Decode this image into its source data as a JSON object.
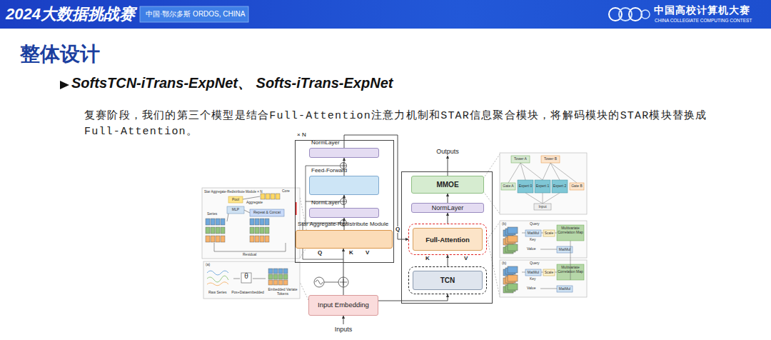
{
  "diagram": {
    "title": "整体设计",
    "nodes": [
      {
        "text": [
          "× N"
        ]
      },
      {
        "text": [
          "NormLayer"
        ],
        "in": 0
      },
      {
        "text": [
          "Feed-Forward"
        ],
        "in": 0
      },
      {
        "text": [
          "NormLayer"
        ],
        "in": 0
      },
      {
        "text": [
          "Star Aggregate-Redistribute Module"
        ],
        "in": 0
      },
      {
        "text": [
          "Input Embedding"
        ]
      },
      {
        "text": [
          "Inputs"
        ]
      },
      {
        "text": []
      },
      {
        "text": [
          "MMOE"
        ],
        "in": 7
      },
      {
        "text": [
          "NormLayer"
        ],
        "in": 7
      },
      {
        "text": [
          "Full-Attention"
        ],
        "in": 7
      },
      {
        "text": [
          "TCN"
        ],
        "in": 7
      },
      {
        "text": [
          "Outputs"
        ]
      }
    ],
    "edges": [
      {
        "from": 6,
        "to": 5,
        "arrow": "to"
      },
      {
        "from": 5,
        "to": 4,
        "arrow": "to"
      },
      {
        "from": 4,
        "to": 3,
        "arrow": "to"
      },
      {
        "from": 3,
        "to": 2,
        "arrow": "to"
      },
      {
        "from": 2,
        "to": 1,
        "arrow": "to"
      },
      {
        "from": 1,
        "to": 10,
        "label": "Q",
        "arrow": "to"
      },
      {
        "from": 5,
        "to": 11,
        "arrow": "to"
      },
      {
        "from": 11,
        "to": 10,
        "arrow": "to"
      },
      {
        "from": 10,
        "to": 9,
        "arrow": "to"
      },
      {
        "from": 9,
        "to": 8,
        "arrow": "to"
      },
      {
        "from": 8,
        "to": 12,
        "arrow": "to"
      }
    ],
    "labels": [
      "2024大数据挑战赛",
      "中国·鄂尔多斯 ORDOS, CHINA",
      "中国高校计算机大赛",
      "CHINA COLLEGIATE COMPUTING CONTEST",
      "整体设计",
      "SoftsTCN-iTrans-ExpNet、 Softs-iTrans-ExpNet",
      "复赛阶段，我们的第三个模型是结合Full-Attention注意力机制和STAR信息聚合模块，将解码模块的STAR模块替换成Full-Attention。",
      "Q",
      "K",
      "V",
      "K",
      "V",
      "Star Aggregate-Redistribute Module × N",
      "Core",
      "Pool",
      "Aggregate",
      "MLP",
      "Repeat & Concat",
      "Series",
      "Residual",
      "(a)",
      "Raw Series",
      "θ",
      "Pos+Dataembedded",
      "Embedded Variate Tokens",
      "Tower A",
      "Tower B",
      "Gate A",
      "Gate B",
      "Expert 0",
      "Expert 1",
      "Expert 2",
      "Input",
      "(b)",
      "Query",
      "Key",
      "Value",
      "MatMul",
      "Scale",
      "Multivariate Correlation Map",
      "MatMul",
      "(b)",
      "Query",
      "Key",
      "Value",
      "MatMul",
      "Scale",
      "Multivariate Correlation Map",
      "MatMul"
    ]
  }
}
